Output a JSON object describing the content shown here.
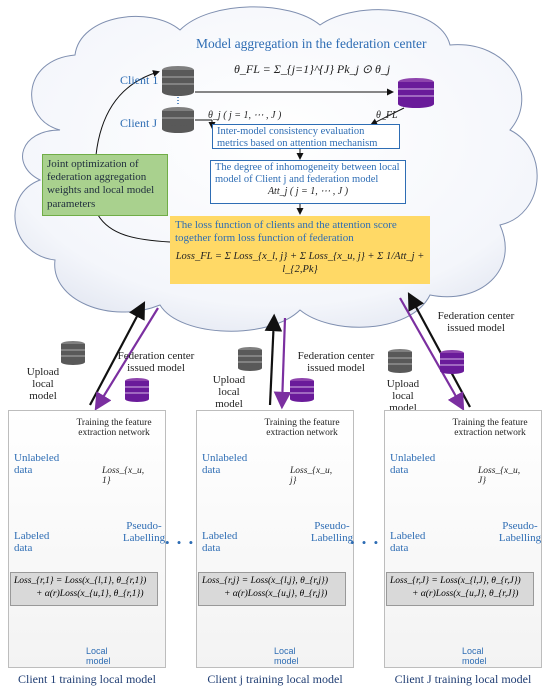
{
  "cloud": {
    "title": "Model aggregation in the federation center",
    "client1": "Client 1",
    "clientJ": "Client J",
    "formula_theta": "θ_FL = Σ_{j=1}^{J} Pk_j ⊙ θ_j",
    "theta_j_label": "θ_j ( j = 1, ⋯ , J )",
    "theta_fl_label": "θ_FL",
    "consistency_box": "Inter-model consistency evaluation metrics based on attention mechanism",
    "inhomogeneity_box": "The degree of inhomogeneity between local model of Client j and federation model",
    "att_label": "Att_j ( j = 1, ⋯ , J )",
    "joint_box": "Joint optimization of federation aggregation weights and local model parameters",
    "loss_box": "The loss function of clients and the attention score together form loss function of federation",
    "loss_formula": "Loss_FL = Σ Loss_{x_l, j} + Σ Loss_{x_u, j} + Σ 1/Att_j + l_{2,Pk}"
  },
  "transfer": {
    "upload": "Upload local model",
    "issued": "Federation center issued model"
  },
  "clients": [
    {
      "caption": "Client 1 training local model",
      "training": "Training the feature extraction network",
      "unlabeled": "Unlabeled data",
      "loss_u": "Loss_{x_u, 1}",
      "labeled": "Labeled data",
      "pseudo": "Pseudo-Labelling",
      "formula_l1": "Loss_{r,1} = Loss(x_{l,1}, θ_{r,1})",
      "formula_l2": "+ α(r)Loss(x_{u,1}, θ_{r,1})",
      "local_model": "Local model"
    },
    {
      "caption": "Client j training local model",
      "training": "Training the feature extraction network",
      "unlabeled": "Unlabeled data",
      "loss_u": "Loss_{x_u, j}",
      "labeled": "Labeled data",
      "pseudo": "Pseudo-Labelling",
      "formula_l1": "Loss_{r,j} = Loss(x_{l,j}, θ_{r,j})",
      "formula_l2": "+ α(r)Loss(x_{u,j}, θ_{r,j})",
      "local_model": "Local model"
    },
    {
      "caption": "Client J training local model",
      "training": "Training the feature extraction network",
      "unlabeled": "Unlabeled data",
      "loss_u": "Loss_{x_u, J}",
      "labeled": "Labeled data",
      "pseudo": "Pseudo-Labelling",
      "formula_l1": "Loss_{r,J} = Loss(x_{l,J}, θ_{r,J})",
      "formula_l2": "+ α(r)Loss(x_{u,J}, θ_{r,J})",
      "local_model": "Local model"
    }
  ],
  "ellipsis": "• • •",
  "colors": {
    "blue": "#2e6db4",
    "purple": "#6a1b9a",
    "orange": "#ed7d31",
    "green_box": "#a9d18e",
    "yellow_box": "#ffd966",
    "gray_db": "#595959"
  }
}
